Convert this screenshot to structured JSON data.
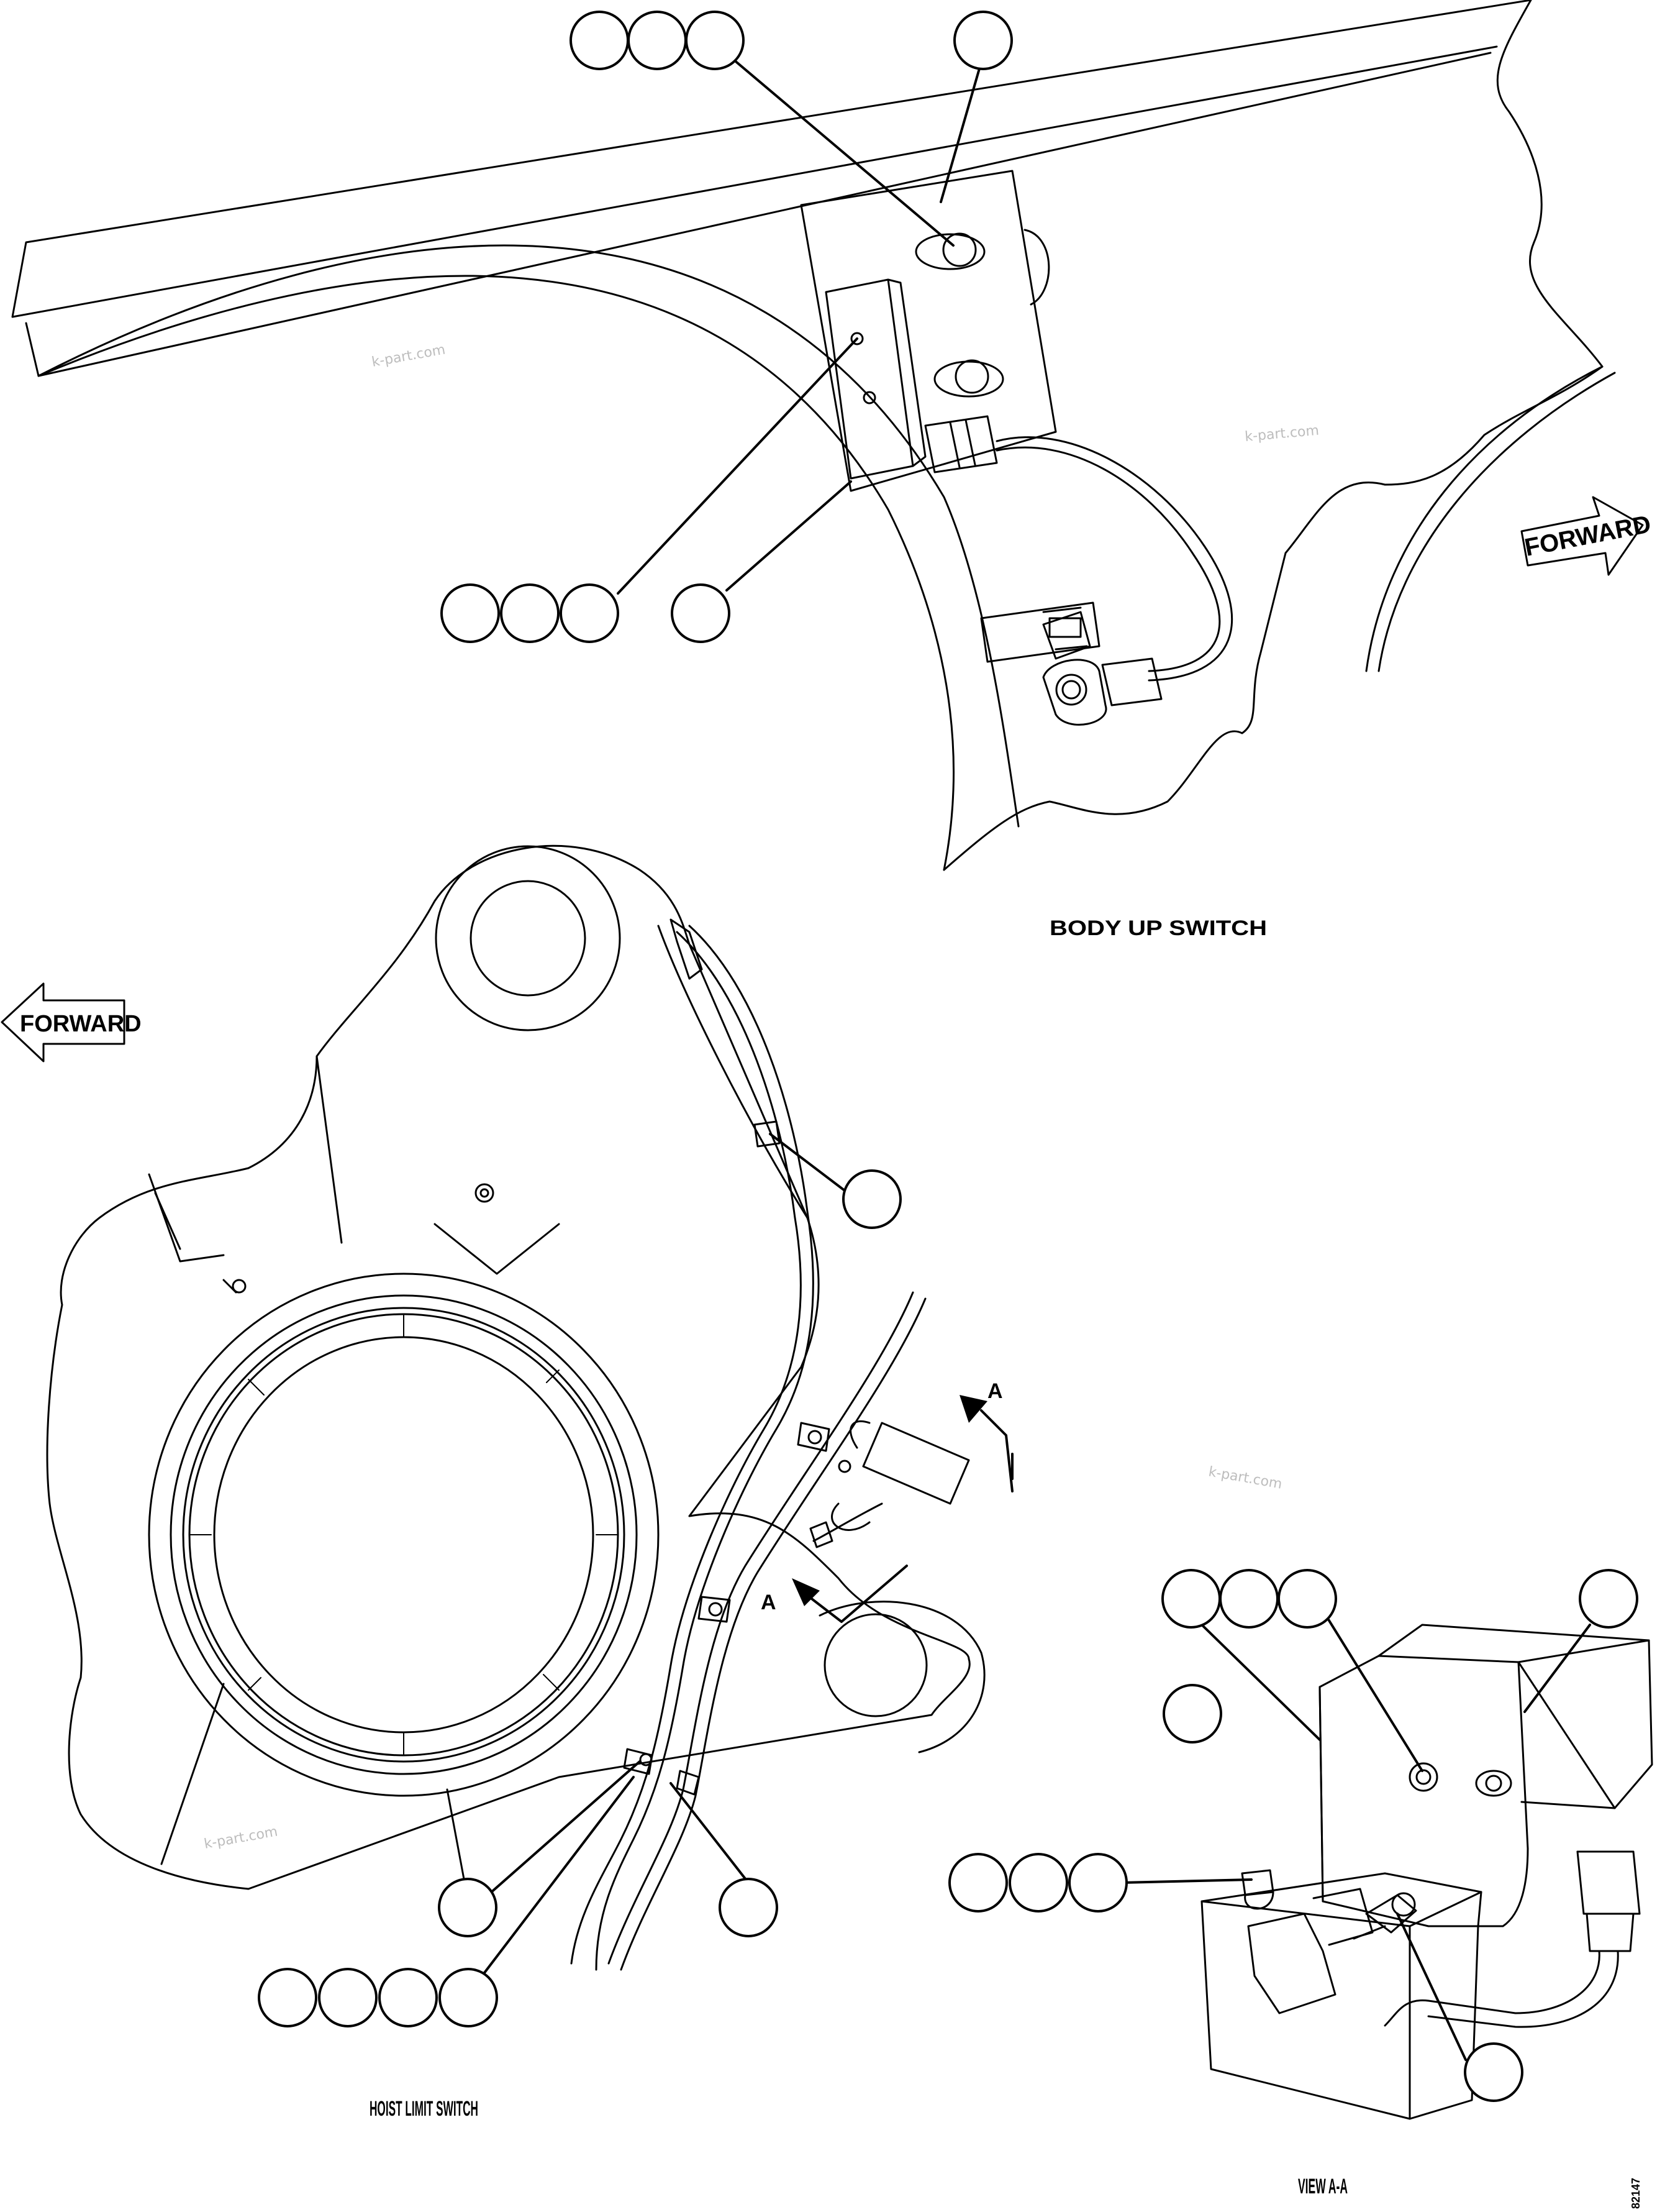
{
  "views": {
    "body_up": {
      "caption": "BODY UP SWITCH",
      "forward_label": "FORWARD"
    },
    "hoist": {
      "caption": "HOIST LIMIT SWITCH",
      "forward_label": "FORWARD",
      "section_marker": "A",
      "section_marker_lower": "A"
    },
    "view_aa": {
      "caption": "VIEW A-A"
    }
  },
  "watermarks": [
    "k-part.com",
    "k-part.com",
    "k-part.com",
    "k-part.com"
  ],
  "figure_id": "82147",
  "callout_groups": [
    {
      "name": "body-up-top-triple",
      "count": 3
    },
    {
      "name": "body-up-top-single",
      "count": 1
    },
    {
      "name": "body-up-lower-triple",
      "count": 3
    },
    {
      "name": "body-up-lower-single",
      "count": 1
    },
    {
      "name": "hoist-clip-single",
      "count": 1
    },
    {
      "name": "hoist-lower-single-left",
      "count": 1
    },
    {
      "name": "hoist-lower-single-right",
      "count": 1
    },
    {
      "name": "hoist-quad",
      "count": 4
    },
    {
      "name": "view-aa-top-triple",
      "count": 3
    },
    {
      "name": "view-aa-top-single",
      "count": 1
    },
    {
      "name": "view-aa-mid-single",
      "count": 1
    },
    {
      "name": "view-aa-left-triple",
      "count": 3
    },
    {
      "name": "view-aa-bottom-single",
      "count": 1
    }
  ]
}
